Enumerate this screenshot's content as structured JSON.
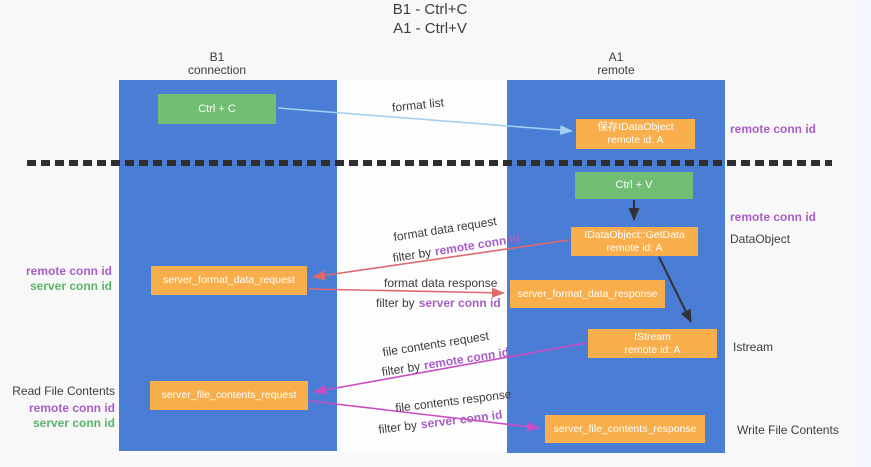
{
  "title": {
    "line1": "B1 - Ctrl+C",
    "line2": "A1 - Ctrl+V"
  },
  "columns": {
    "left": {
      "name": "B1",
      "role": "connection"
    },
    "right": {
      "name": "A1",
      "role": "remote"
    }
  },
  "nodes": {
    "ctrl_c": "Ctrl + C",
    "ctrl_v": "Ctrl + V",
    "save_idataobject": {
      "line1": "保存IDataObject",
      "line2": "remote id: A"
    },
    "getdata": {
      "line1": "IDataObject::GetData",
      "line2": "remote id: A"
    },
    "istream": {
      "line1": "IStream",
      "line2": "remote id: A"
    },
    "server_format_data_request": "server_format_data_request",
    "server_format_data_response": "server_format_data_response",
    "server_file_contents_request": "server_file_contents_request",
    "server_file_contents_response": "server_file_contents_response"
  },
  "edge_labels": {
    "format_list": "format list",
    "format_data_request": "format data request",
    "format_data_response": "format data response",
    "file_contents_request": "file contents request",
    "file_contents_response": "file contents response",
    "filter_by": "filter by",
    "remote_conn_id": "remote conn id",
    "server_conn_id": "server conn id"
  },
  "side_labels": {
    "right_remote_conn_id_top": "remote conn id",
    "right_remote_conn_id_mid": "remote conn id",
    "dataobject": "DataObject",
    "istream": "Istream",
    "write_file_contents": "Write File Contents",
    "left_remote_conn_id_top": "remote conn id",
    "left_server_conn_id_top": "server conn id",
    "read_file_contents": "Read File Contents",
    "left_remote_conn_id_bottom": "remote conn id",
    "left_server_conn_id_bottom": "server conn id"
  },
  "colors": {
    "column_blue": "#4a7ed6",
    "box_green": "#6fbe72",
    "box_orange": "#f8ae4a",
    "purple_text": "#a85fc5",
    "green_text": "#5ab469",
    "red_arrow": "#e0696c",
    "magenta_arrow": "#cb4dc5",
    "light_blue_arrow": "#a3d1f2",
    "dashed_line": "#2e2e2e"
  }
}
